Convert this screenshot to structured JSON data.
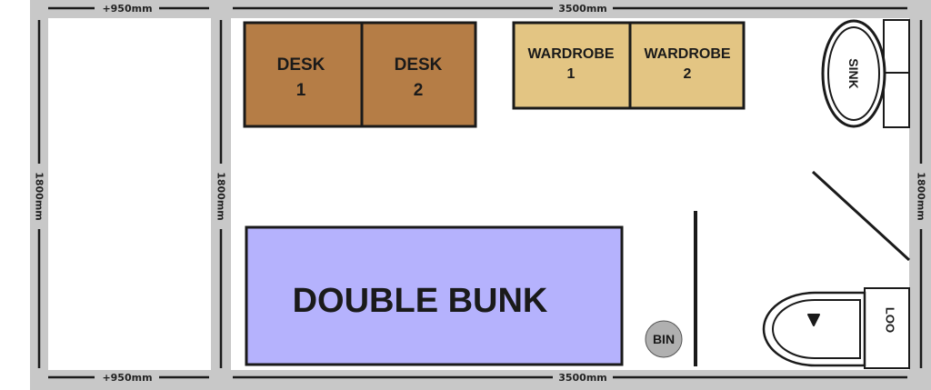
{
  "dimensions": {
    "left_top_width": "+950mm",
    "left_bottom_width": "+950mm",
    "right_top_width": "3500mm",
    "right_bottom_width": "3500mm",
    "left_outer_height": "1800mm",
    "middle_height": "1800mm",
    "right_outer_height": "1800mm"
  },
  "furniture": {
    "desk1": {
      "line1": "DESK",
      "line2": "1"
    },
    "desk2": {
      "line1": "DESK",
      "line2": "2"
    },
    "wardrobe1": {
      "line1": "WARDROBE",
      "line2": "1"
    },
    "wardrobe2": {
      "line1": "WARDROBE",
      "line2": "2"
    },
    "bunk": "DOUBLE BUNK",
    "bin": "BIN",
    "sink": "SINK",
    "loo": "LOO"
  },
  "colors": {
    "wall": "#c8c8c8",
    "desk": "#b57d46",
    "wardrobe": "#e3c583",
    "bunk": "#b5b2fd",
    "bin": "#b0b0b0",
    "outline": "#1a1a1a"
  }
}
